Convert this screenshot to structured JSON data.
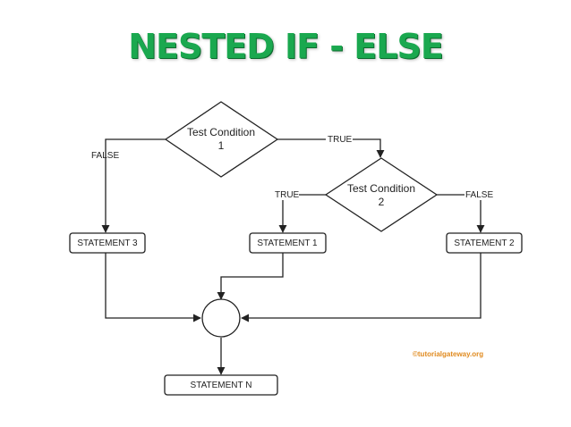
{
  "title": "NESTED IF - ELSE",
  "nodes": {
    "condition1": {
      "line1": "Test Condition",
      "line2": "1"
    },
    "condition2": {
      "line1": "Test Condition",
      "line2": "2"
    },
    "statement1": "STATEMENT 1",
    "statement2": "STATEMENT 2",
    "statement3": "STATEMENT 3",
    "statementN": "STATEMENT N"
  },
  "edges": {
    "c1_true": "TRUE",
    "c1_false": "FALSE",
    "c2_true": "TRUE",
    "c2_false": "FALSE"
  },
  "watermark": "©tutorialgateway.org",
  "colors": {
    "title": "#1aa84f",
    "watermark": "#e08a1e",
    "line": "#222222"
  }
}
